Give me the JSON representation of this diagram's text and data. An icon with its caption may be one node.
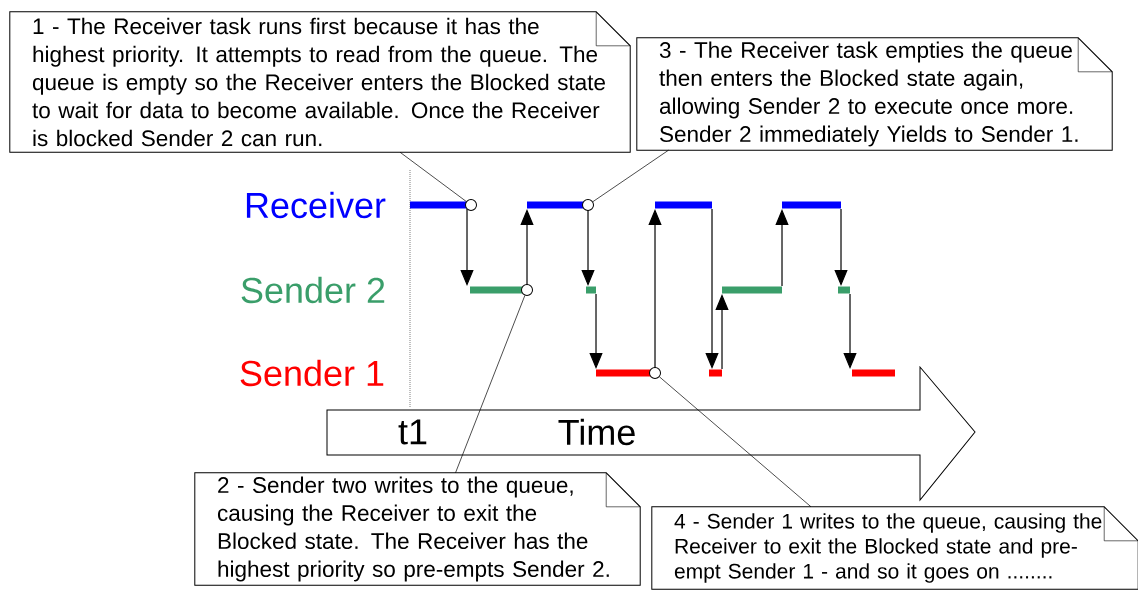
{
  "diagram": {
    "nodes": [
      {
        "text": [
          "1 - The Receiver task runs first because it has the highest priority.  It attempts to read from the queue.  The queue is empty so the Receiver enters the Blocked state to wait for data to become available.  Once the Receiver is blocked Sender 2 can run."
        ]
      },
      {
        "text": [
          "3 - The Receiver task empties the queue then enters the Blocked state again, allowing Sender 2 to execute once more. Sender 2 immediately Yields to Sender 1."
        ]
      },
      {
        "text": [],
        "shape": "circle"
      },
      {
        "text": [],
        "shape": "circle"
      },
      {
        "text": [],
        "shape": "circle"
      },
      {
        "text": [],
        "shape": "circle"
      },
      {
        "text": [
          "t1",
          "Time"
        ]
      },
      {
        "text": [
          "2 - Sender two writes to the queue, causing the Receiver to exit the Blocked state.  The Receiver has the highest priority so pre-empts Sender 2."
        ]
      },
      {
        "text": [
          "4 - Sender 1 writes to the queue, causing the Receiver to exit the Blocked state and pre-empt Sender 1 - and so it goes on ........"
        ]
      }
    ],
    "edges": [
      {
        "from": 0,
        "to": 2,
        "arrow": "none"
      },
      {
        "from": 1,
        "to": 4,
        "arrow": "none"
      },
      {
        "from": 7,
        "to": 3,
        "arrow": "none"
      },
      {
        "from": 8,
        "to": 5,
        "arrow": "none"
      }
    ],
    "labels": [
      "Receiver",
      "Sender 2",
      "Sender 1"
    ]
  }
}
